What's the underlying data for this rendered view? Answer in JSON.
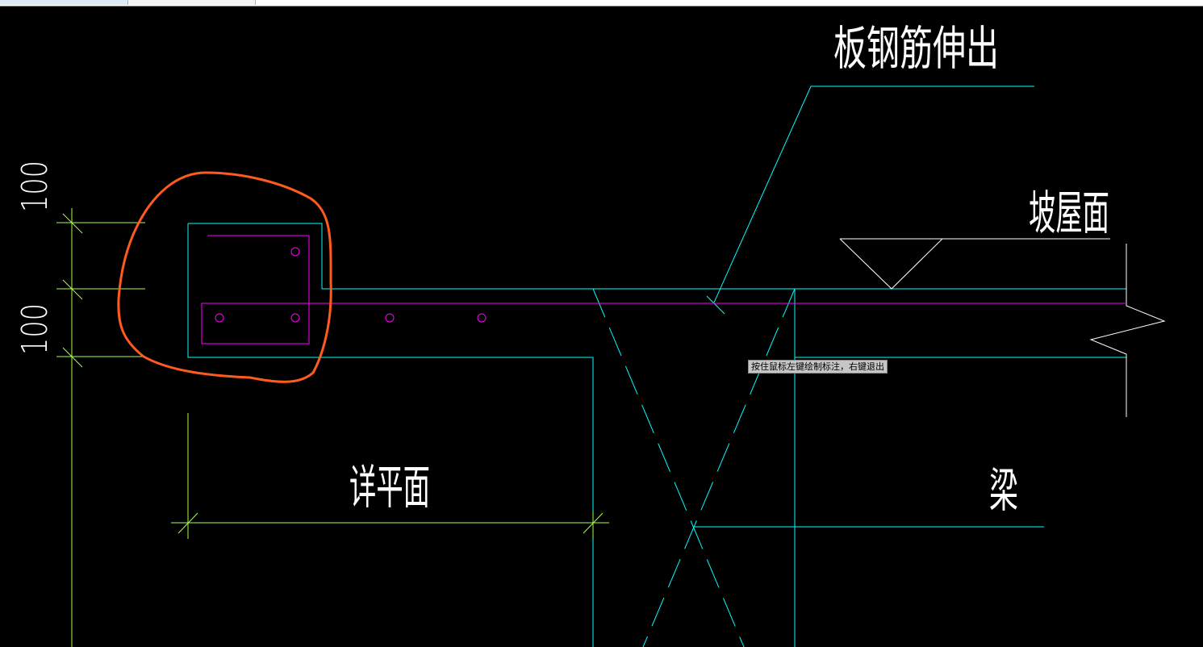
{
  "tooltip": "按住鼠标左键绘制标注，右键退出",
  "labels": {
    "slab_rebar": "板钢筋伸出",
    "slope_roof": "坡屋面",
    "detail_plan": "详平面",
    "beam": "梁",
    "dim_top": "100",
    "dim_bottom": "100"
  },
  "colors": {
    "background": "#000000",
    "cyan_lines": "#00ffff",
    "magenta_lines": "#ff00ff",
    "dimension_lines": "#a6ff4d",
    "text": "#ffffff",
    "markup_circle": "#ff5a1f"
  }
}
